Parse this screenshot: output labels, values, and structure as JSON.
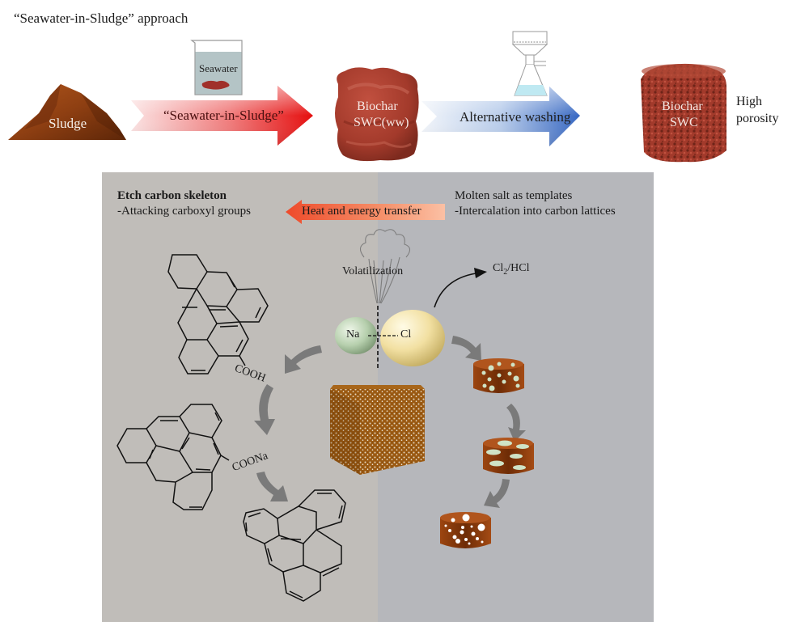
{
  "top": {
    "title": "“Seawater-in-Sludge” approach",
    "sludge_label": "Sludge",
    "beaker_label": "Seawater",
    "arrow1_label": "“Seawater-in-Sludge”",
    "biochar_ww_line1": "Biochar",
    "biochar_ww_line2": "SWC(ww)",
    "arrow2_label": "Alternative washing",
    "biochar_line1": "Biochar",
    "biochar_line2": "SWC",
    "porosity_line1": "High",
    "porosity_line2": "porosity"
  },
  "panel": {
    "left_heading": "Etch carbon skeleton",
    "left_sub": "-Attacking carboxyl groups",
    "center_arrow_label": "Heat and energy transfer",
    "right_heading": "Molten salt as templates",
    "right_sub": "-Intercalation into carbon lattices",
    "volatilization": "Volatilization",
    "gas_product": "Cl",
    "gas_sub": "2",
    "gas_rest": "/HCl",
    "na_label": "Na",
    "cl_label": "Cl",
    "cooh_label": "COOH",
    "coona_label": "COONa"
  },
  "colors": {
    "panel_left": "#c0bdb9",
    "panel_right": "#b6b7bb",
    "biochar": "#a5392c",
    "char_disc": "#8a3a10",
    "na_sphere": "#b5ceac",
    "cl_sphere": "#f0dd9c",
    "cycle_arrow": "#7a7a7a",
    "red_arrow": "#e21a1a",
    "blue_arrow": "#3b6fc4",
    "heat_arrow": "#f07a4c"
  }
}
